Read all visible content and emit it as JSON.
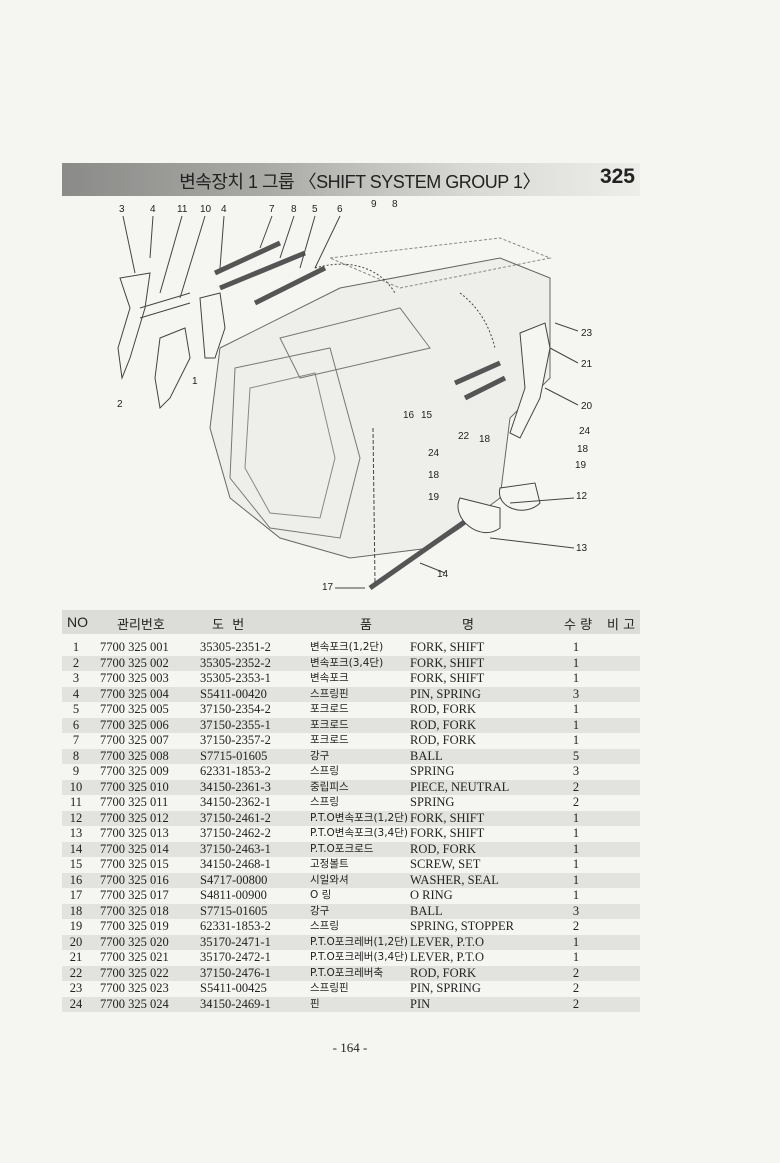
{
  "header": {
    "title": "변속장치 1 그룹 〈SHIFT SYSTEM GROUP 1〉",
    "group_number": "325"
  },
  "diagram": {
    "callouts": [
      "3",
      "4",
      "11",
      "10",
      "4",
      "7",
      "8",
      "5",
      "6",
      "9",
      "8",
      "23",
      "21",
      "20",
      "24",
      "18",
      "19",
      "12",
      "13",
      "14",
      "17",
      "2",
      "1",
      "16",
      "15",
      "22",
      "18",
      "24",
      "18",
      "19"
    ]
  },
  "table": {
    "headers": {
      "no": "NO",
      "mgmt": "관리번호",
      "drawing": "도  번",
      "name_kr": "품",
      "name_en": "명",
      "qty": "수 량",
      "remark": "비 고"
    },
    "rows": [
      {
        "no": "1",
        "mgmt": "7700 325 001",
        "drawing": "35305-2351-2",
        "kr": "변속포크(1,2단)",
        "en": "FORK, SHIFT",
        "qty": "1"
      },
      {
        "no": "2",
        "mgmt": "7700 325 002",
        "drawing": "35305-2352-2",
        "kr": "변속포크(3,4단)",
        "en": "FORK, SHIFT",
        "qty": "1"
      },
      {
        "no": "3",
        "mgmt": "7700 325 003",
        "drawing": "35305-2353-1",
        "kr": "변속포크",
        "en": "FORK, SHIFT",
        "qty": "1"
      },
      {
        "no": "4",
        "mgmt": "7700 325 004",
        "drawing": "S5411-00420",
        "kr": "스프링핀",
        "en": "PIN, SPRING",
        "qty": "3"
      },
      {
        "no": "5",
        "mgmt": "7700 325 005",
        "drawing": "37150-2354-2",
        "kr": "포크로드",
        "en": "ROD, FORK",
        "qty": "1"
      },
      {
        "no": "6",
        "mgmt": "7700 325 006",
        "drawing": "37150-2355-1",
        "kr": "포크로드",
        "en": "ROD, FORK",
        "qty": "1"
      },
      {
        "no": "7",
        "mgmt": "7700 325 007",
        "drawing": "37150-2357-2",
        "kr": "포크로드",
        "en": "ROD, FORK",
        "qty": "1"
      },
      {
        "no": "8",
        "mgmt": "7700 325 008",
        "drawing": "S7715-01605",
        "kr": "강구",
        "en": "BALL",
        "qty": "5"
      },
      {
        "no": "9",
        "mgmt": "7700 325 009",
        "drawing": "62331-1853-2",
        "kr": "스프링",
        "en": "SPRING",
        "qty": "3"
      },
      {
        "no": "10",
        "mgmt": "7700 325 010",
        "drawing": "34150-2361-3",
        "kr": "중립피스",
        "en": "PIECE, NEUTRAL",
        "qty": "2"
      },
      {
        "no": "11",
        "mgmt": "7700 325 011",
        "drawing": "34150-2362-1",
        "kr": "스프링",
        "en": "SPRING",
        "qty": "2"
      },
      {
        "no": "12",
        "mgmt": "7700 325 012",
        "drawing": "37150-2461-2",
        "kr": "P.T.O변속포크(1,2단)",
        "en": "FORK, SHIFT",
        "qty": "1"
      },
      {
        "no": "13",
        "mgmt": "7700 325 013",
        "drawing": "37150-2462-2",
        "kr": "P.T.O변속포크(3,4단)",
        "en": "FORK, SHIFT",
        "qty": "1"
      },
      {
        "no": "14",
        "mgmt": "7700 325 014",
        "drawing": "37150-2463-1",
        "kr": "P.T.O포크로드",
        "en": "ROD, FORK",
        "qty": "1"
      },
      {
        "no": "15",
        "mgmt": "7700 325 015",
        "drawing": "34150-2468-1",
        "kr": "고정볼트",
        "en": "SCREW, SET",
        "qty": "1"
      },
      {
        "no": "16",
        "mgmt": "7700 325 016",
        "drawing": "S4717-00800",
        "kr": "시일와셔",
        "en": "WASHER, SEAL",
        "qty": "1"
      },
      {
        "no": "17",
        "mgmt": "7700 325 017",
        "drawing": "S4811-00900",
        "kr": "O 링",
        "en": "O RING",
        "qty": "1"
      },
      {
        "no": "18",
        "mgmt": "7700 325 018",
        "drawing": "S7715-01605",
        "kr": "강구",
        "en": "BALL",
        "qty": "3"
      },
      {
        "no": "19",
        "mgmt": "7700 325 019",
        "drawing": "62331-1853-2",
        "kr": "스프링",
        "en": "SPRING, STOPPER",
        "qty": "2"
      },
      {
        "no": "20",
        "mgmt": "7700 325 020",
        "drawing": "35170-2471-1",
        "kr": "P.T.O포크레버(1,2단)",
        "en": "LEVER, P.T.O",
        "qty": "1"
      },
      {
        "no": "21",
        "mgmt": "7700 325 021",
        "drawing": "35170-2472-1",
        "kr": "P.T.O포크레버(3,4단)",
        "en": "LEVER, P.T.O",
        "qty": "1"
      },
      {
        "no": "22",
        "mgmt": "7700 325 022",
        "drawing": "37150-2476-1",
        "kr": "P.T.O포크레버축",
        "en": "ROD, FORK",
        "qty": "2"
      },
      {
        "no": "23",
        "mgmt": "7700 325 023",
        "drawing": "S5411-00425",
        "kr": "스프링핀",
        "en": "PIN, SPRING",
        "qty": "2"
      },
      {
        "no": "24",
        "mgmt": "7700 325 024",
        "drawing": "34150-2469-1",
        "kr": "핀",
        "en": "PIN",
        "qty": "2"
      }
    ]
  },
  "footer": {
    "page_number": "- 164 -"
  }
}
